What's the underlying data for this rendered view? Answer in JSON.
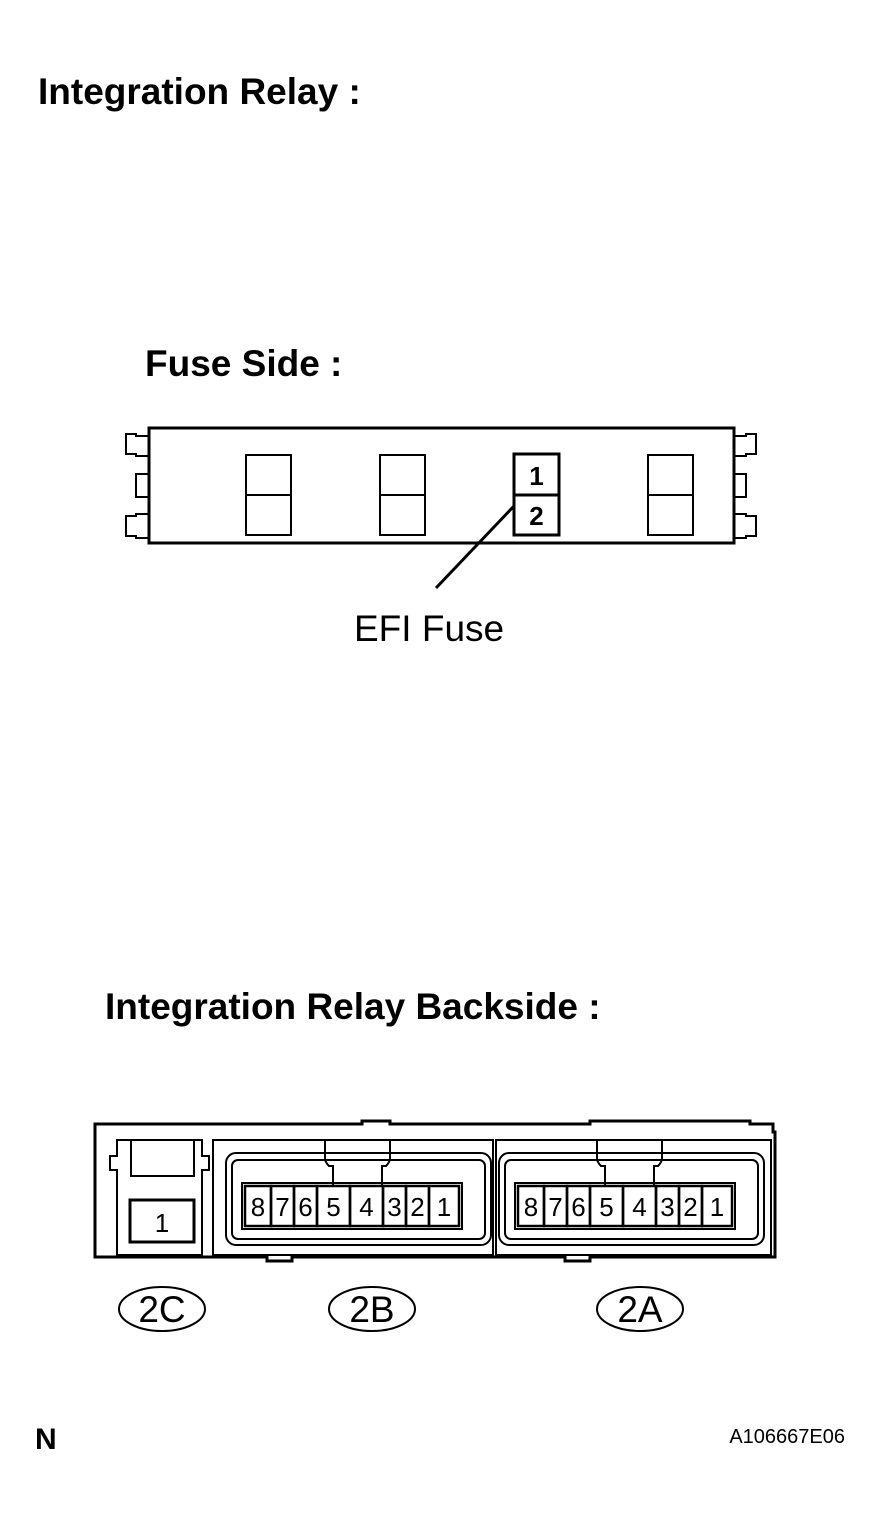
{
  "title": "Integration Relay :",
  "fuse_side": {
    "heading": "Fuse Side :",
    "efi_fuse": {
      "pin_top": "1",
      "pin_bottom": "2",
      "label": "EFI Fuse"
    }
  },
  "backside": {
    "heading": "Integration Relay Backside :",
    "connector_2c": {
      "id": "2C",
      "pins": [
        "1"
      ]
    },
    "connector_2b": {
      "id": "2B",
      "pins": [
        "8",
        "7",
        "6",
        "5",
        "4",
        "3",
        "2",
        "1"
      ]
    },
    "connector_2a": {
      "id": "2A",
      "pins": [
        "8",
        "7",
        "6",
        "5",
        "4",
        "3",
        "2",
        "1"
      ]
    }
  },
  "footer": {
    "left": "N",
    "right": "A106667E06"
  }
}
